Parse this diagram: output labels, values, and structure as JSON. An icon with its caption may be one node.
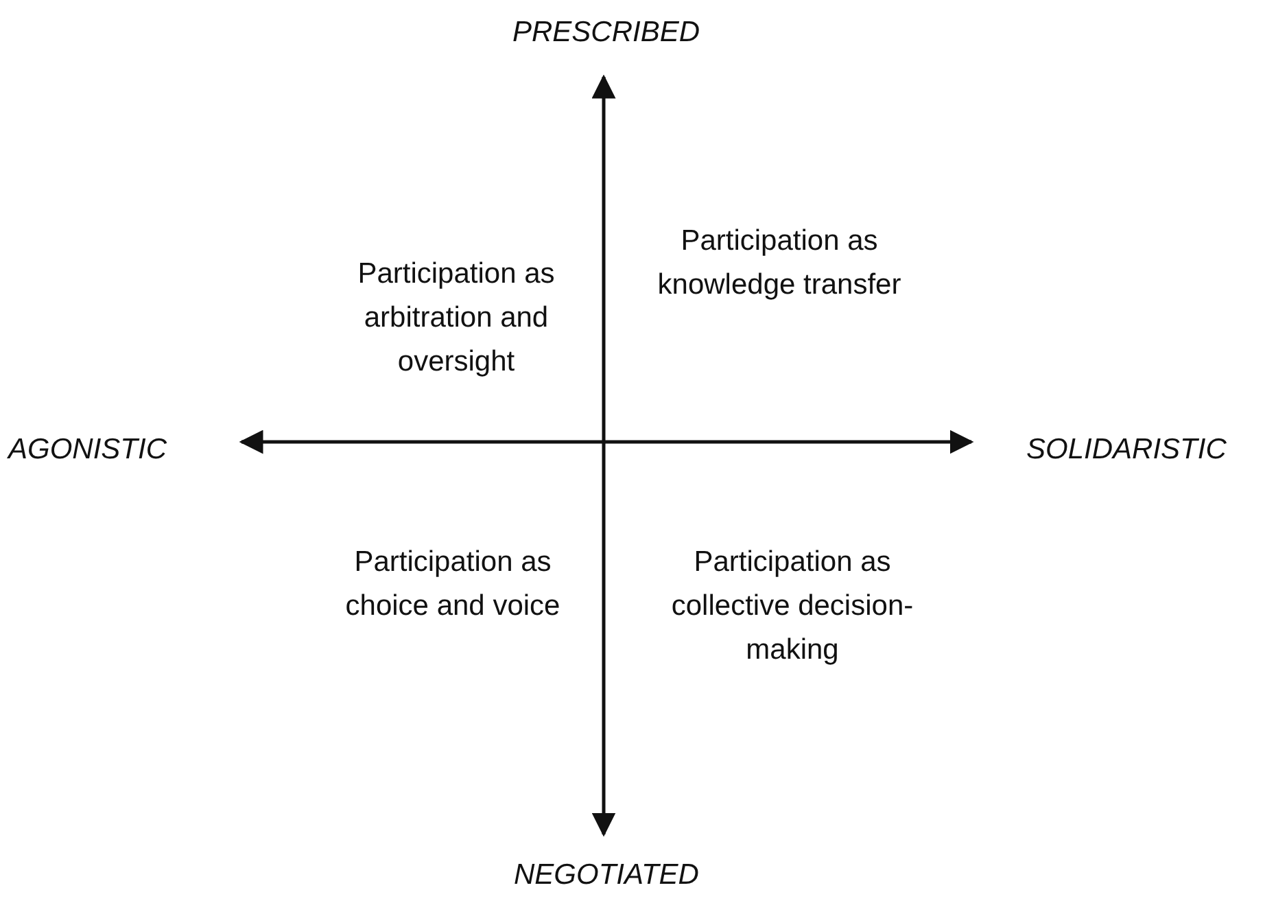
{
  "diagram": {
    "labels": [
      "PRESCRIBED",
      "Participation as arbitration and oversight",
      "Participation as knowledge transfer",
      "AGONISTIC",
      "SOLIDARISTIC",
      "Participation as choice and voice",
      "Participation as collective decision-making",
      "NEGOTIATED"
    ]
  }
}
